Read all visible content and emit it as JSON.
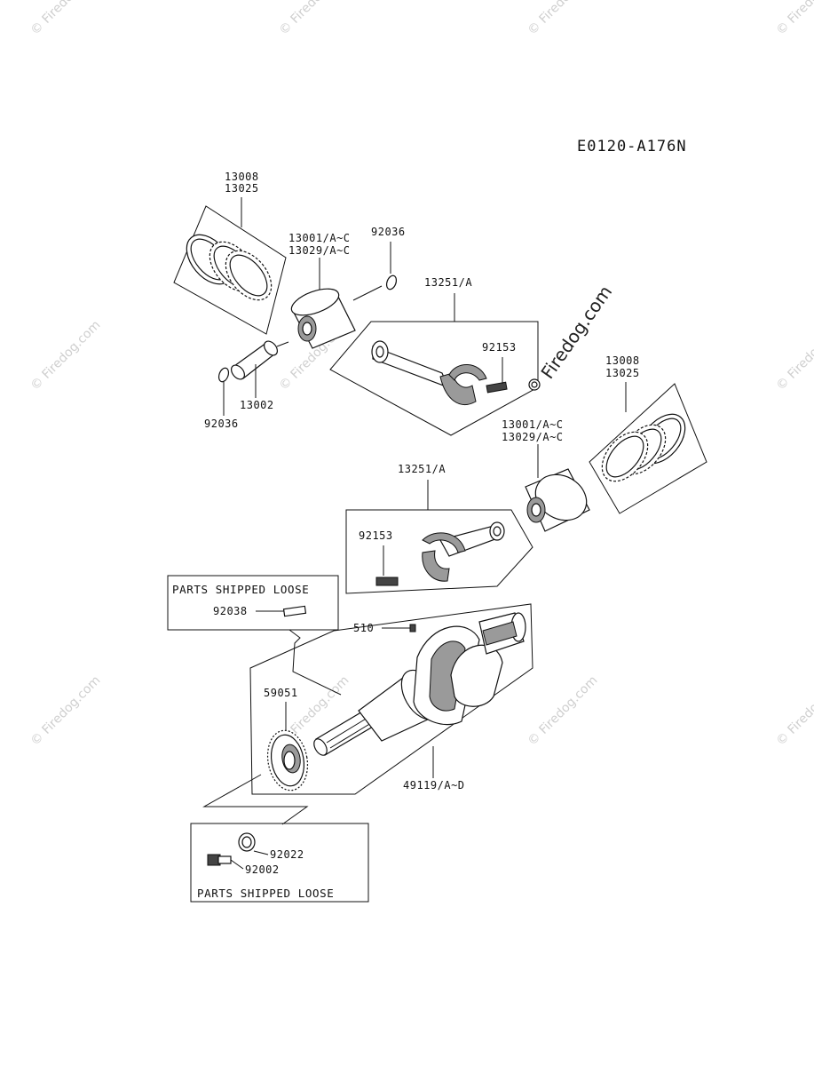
{
  "diagram_code": "E0120-A176N",
  "watermark": {
    "text": "© Firedog.com",
    "main_text": "Firedog.com"
  },
  "parts": {
    "p13008_a": "13008",
    "p13025_a": "13025",
    "p13001_a": "13001/A~C",
    "p13029_a": "13029/A~C",
    "p92036_top": "92036",
    "p13251_a": "13251/A",
    "p92153_a": "92153",
    "p13002": "13002",
    "p92036_bottom": "92036",
    "p13008_b": "13008",
    "p13025_b": "13025",
    "p13001_b": "13001/A~C",
    "p13029_b": "13029/A~C",
    "p13251_b": "13251/A",
    "p92153_b": "92153",
    "p92038": "92038",
    "p510": "510",
    "p59051": "59051",
    "p49119": "49119/A~D",
    "p92022": "92022",
    "p92002": "92002"
  },
  "boxes": {
    "loose_top": "PARTS SHIPPED LOOSE",
    "loose_bottom": "PARTS SHIPPED LOOSE"
  }
}
